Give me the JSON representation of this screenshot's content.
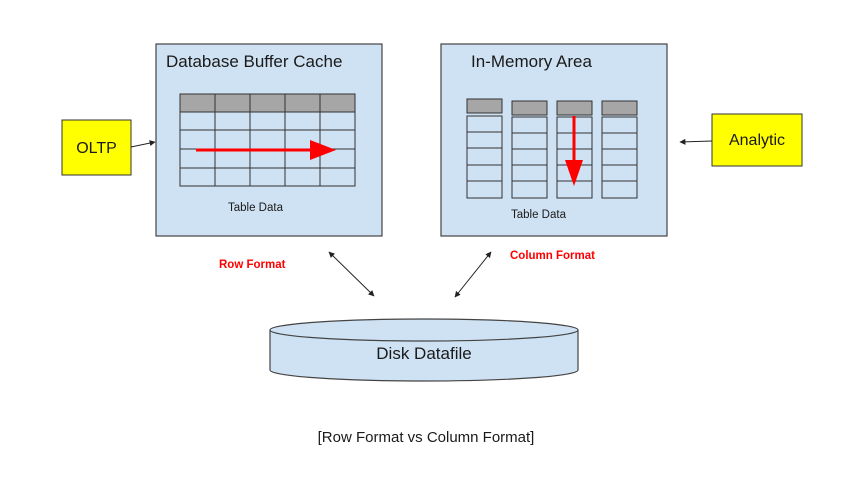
{
  "buffer_cache": {
    "title": "Database Buffer Cache",
    "data_label": "Table Data",
    "format_label": "Row Format"
  },
  "in_memory": {
    "title": "In-Memory Area",
    "data_label": "Table Data",
    "format_label": "Column Format"
  },
  "oltp": {
    "label": "OLTP"
  },
  "analytic": {
    "label": "Analytic"
  },
  "disk": {
    "label": "Disk Datafile"
  },
  "caption": "[Row Format vs Column Format]",
  "colors": {
    "panel_fill": "#cfe2f3",
    "panel_border": "#444444",
    "header_cell": "#a6a6a6",
    "yellow_box": "#ffff00",
    "highlight_arrow": "#ff0000"
  }
}
